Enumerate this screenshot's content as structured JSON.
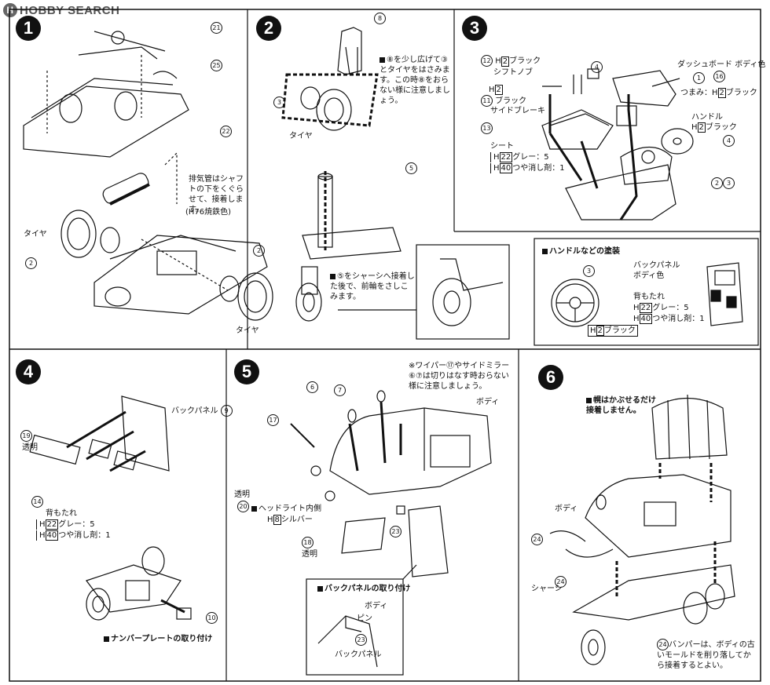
{
  "watermark": {
    "brand": "HOBBY SEARCH",
    "mark": "H"
  },
  "steps": [
    "1",
    "2",
    "3",
    "4",
    "5",
    "6"
  ],
  "step1": {
    "p21": "21",
    "p25": "25",
    "p22": "22",
    "note": "排気管はシャフトの下をくぐらせて、接着します。",
    "note_color": "(H76焼鉄色)",
    "tire_label": "タイヤ",
    "p2a": "2",
    "p2b": "2",
    "tire_label2": "タイヤ"
  },
  "step2": {
    "p8": "8",
    "p3": "3",
    "tire": "タイヤ",
    "note1": "⑧を少し広げて③とタイヤをはさみます。この時⑧をおらない様に注意しましょう。",
    "p5": "5",
    "note2": "⑤をシャーシへ接着した後で、前輪をさしこみます。"
  },
  "step3": {
    "p12": "12",
    "h2_12": "H",
    "h2_12n": "2",
    "black": "ブラック",
    "shift": "シフトノブ",
    "p11": "11",
    "h2_11": "H",
    "h2_11n": "2",
    "black11": "ブラック",
    "brake": "サイドブレーキ",
    "p13": "13",
    "seat": "シート",
    "seat_h22": "H",
    "seat_h22n": "22",
    "seat_gray": "グレー：5",
    "seat_h40": "H",
    "seat_h40n": "40",
    "seat_mat": "つや消し剤：1",
    "p4": "4",
    "dash": "ダッシュボード",
    "body_color": "ボディ色",
    "p16": "16",
    "p1": "1",
    "knob": "つまみ：",
    "knob_h": "H",
    "knob_hn": "2",
    "knob_black": "ブラック",
    "handle": "ハンドル",
    "handle_h": "H",
    "handle_hn": "2",
    "handle_black": "ブラック",
    "p4b": "4",
    "p2c": "2",
    "p3c": "3"
  },
  "paint_box": {
    "title": "ハンドルなどの塗装",
    "p3": "3",
    "h2": "H",
    "h2n": "2",
    "black": "ブラック",
    "back_panel": "バックパネル",
    "body_color": "ボディ色",
    "backrest": "背もたれ",
    "h22": "H",
    "h22n": "22",
    "gray": "グレー：5",
    "h40": "H",
    "h40n": "40",
    "mat": "つや消し剤：1"
  },
  "step4": {
    "back_panel": "バックパネル",
    "p9": "9",
    "p19": "19",
    "clear": "透明",
    "p14": "14",
    "backrest": "背もたれ",
    "h22": "H",
    "h22n": "22",
    "gray": "グレー：5",
    "h40": "H",
    "h40n": "40",
    "mat": "つや消し剤：1",
    "p10": "10",
    "plate_title": "ナンバープレートの取り付け"
  },
  "step5": {
    "note": "※ワイパー⑰やサイドミラー⑥⑦は切りはなす時おらない様に注意しましょう。",
    "p6": "6",
    "p7": "7",
    "body": "ボディ",
    "p17": "17",
    "clear20": "透明",
    "p20": "20",
    "headlight": "ヘッドライト内側",
    "h8": "H",
    "h8n": "8",
    "silver": "シルバー",
    "p18": "18",
    "clear18": "透明",
    "p23": "23",
    "sub_title": "バックパネルの取り付け",
    "sub_body": "ボディ",
    "sub_pin": "ピン",
    "sub_p23": "23",
    "sub_panel": "バックパネル"
  },
  "step6": {
    "note": "幌はかぶせるだけ接着しません。",
    "body": "ボディ",
    "p24a": "24",
    "p24b": "24",
    "chassis": "シャーシ",
    "bottom": "バンパーは、ボディの古いモールドを削り落してから接着するとよい。",
    "bottom_p": "24"
  }
}
